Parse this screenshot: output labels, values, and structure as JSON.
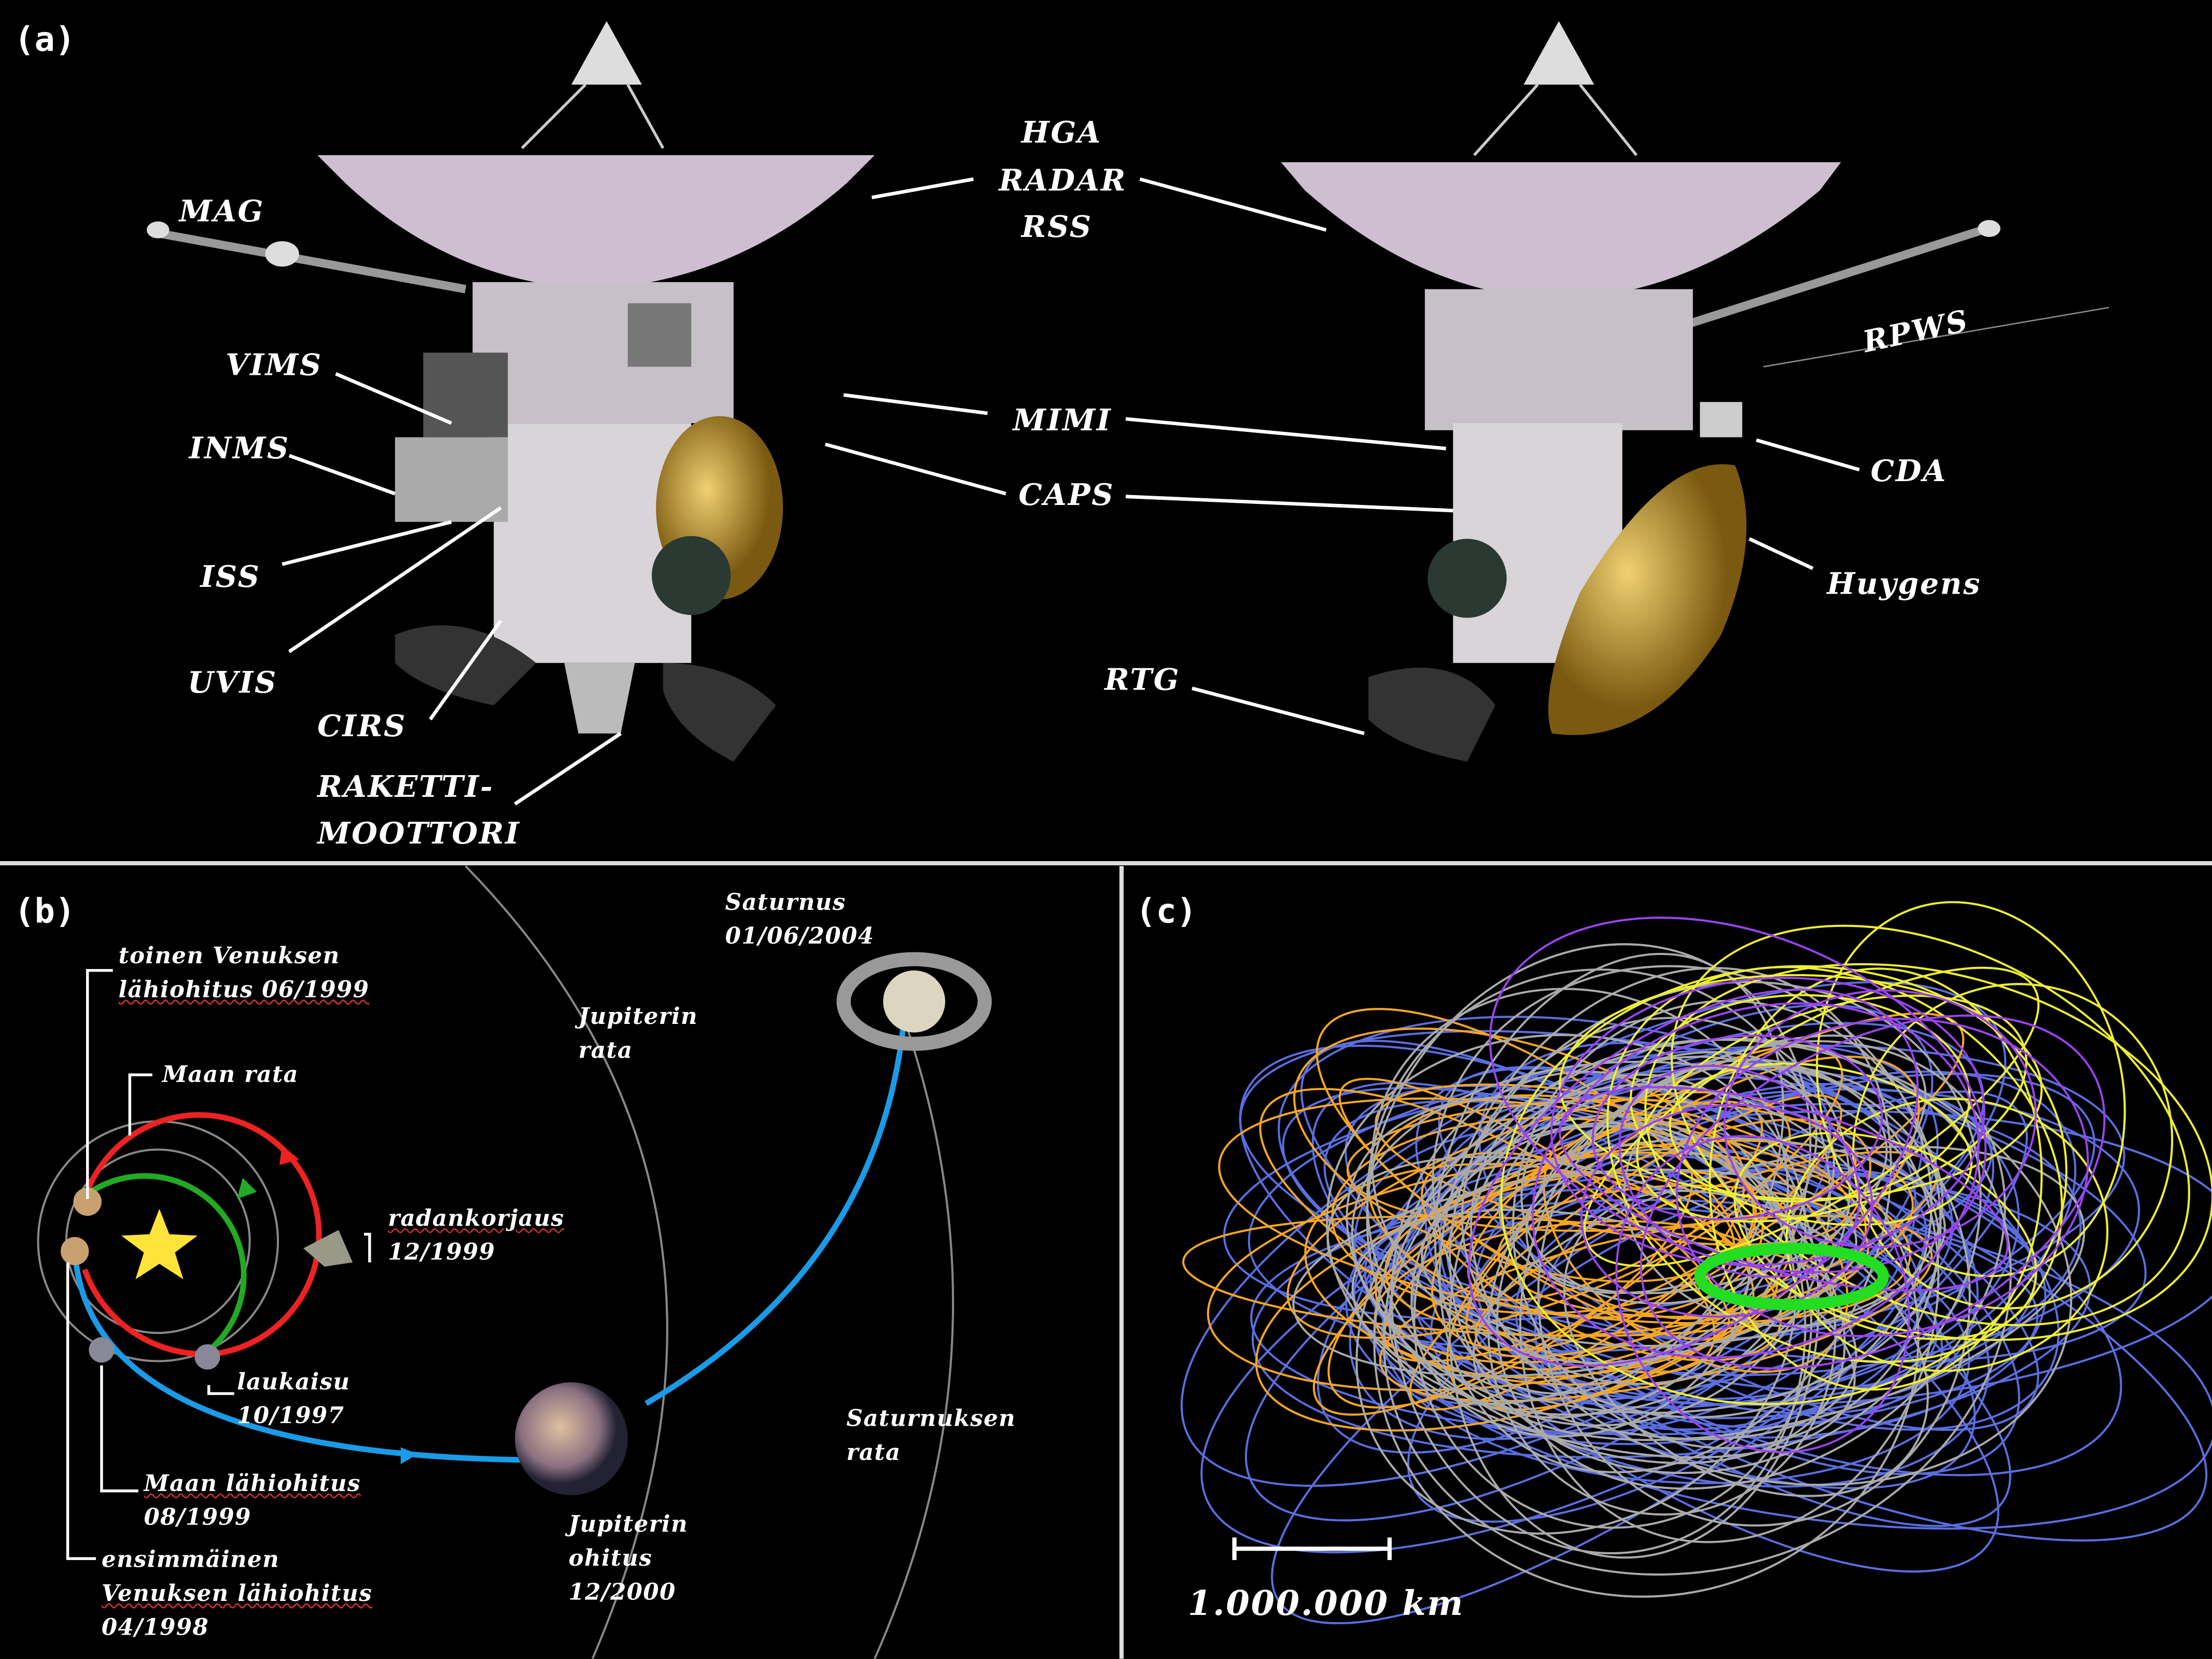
{
  "panels": {
    "a": "(a)",
    "b": "(b)",
    "c": "(c)"
  },
  "panel_a": {
    "instruments": {
      "mag": "MAG",
      "vims": "VIMS",
      "inms": "INMS",
      "iss": "ISS",
      "uvis": "UVIS",
      "cirs": "CIRS",
      "engine_line1": "RAKETTI-",
      "engine_line2": "MOOTTORI",
      "hga": "HGA",
      "radar": "RADAR",
      "rss": "RSS",
      "mimi": "MIMI",
      "caps": "CAPS",
      "rtg": "RTG",
      "rpws": "RPWS",
      "cda": "CDA",
      "huygens": "Huygens"
    }
  },
  "panel_b": {
    "venus2_line1": "toinen Venuksen",
    "venus2_line2": "lähiohitus 06/1999",
    "earth_orbit": "Maan rata",
    "correction_line1": "radankorjaus",
    "correction_line2": "12/1999",
    "launch_line1": "laukaisu",
    "launch_line2": "10/1997",
    "earth_flyby_line1": "Maan lähiohitus",
    "earth_flyby_line2": "08/1999",
    "venus1_line1": "ensimmäinen",
    "venus1_line2": "Venuksen lähiohitus",
    "venus1_line3": "04/1998",
    "jupiter_orbit_line1": "Jupiterin",
    "jupiter_orbit_line2": "rata",
    "jupiter_flyby_line1": "Jupiterin",
    "jupiter_flyby_line2": "ohitus",
    "jupiter_flyby_line3": "12/2000",
    "saturn_line1": "Saturnus",
    "saturn_line2": "01/06/2004",
    "saturn_orbit_line1": "Saturnuksen",
    "saturn_orbit_line2": "rata"
  },
  "panel_c": {
    "scale_label": "1.000.000 km",
    "orbit_colors": [
      "#5a6ee0",
      "#f5a623",
      "#aaaaaa",
      "#eeee33",
      "#9944ee",
      "#22dd22"
    ]
  }
}
